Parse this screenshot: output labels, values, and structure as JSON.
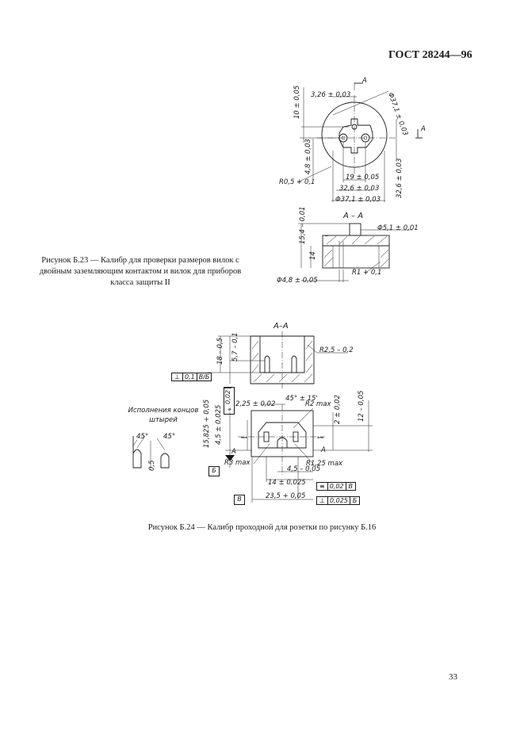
{
  "header": {
    "standard": "ГОСТ 28244—96"
  },
  "figure_23": {
    "caption": "Рисунок Б.23 — Калибр для проверки размеров вилок с двойным заземляющим контактом и вилок для приборов класса защиты II",
    "section_title": "А – А",
    "section_marker": "А",
    "dims": [
      "3,26 ± 0,03",
      "10 ± 0,05",
      "Φ37,1 ± 0,03",
      "4,8 ± 0,03",
      "R0,5 + 0,1",
      "19 ± 0,05",
      "32,6 ± 0,03",
      "Φ37,1 ± 0,03",
      "32,6 ± 0,03",
      "15,4 – 0,01",
      "Φ5,1 ± 0,01",
      "14",
      "R1 + 0,1",
      "Φ4,8 ± 0,05"
    ]
  },
  "figure_24": {
    "caption": "Рисунок Б.24 — Калибр проходной для розетки по рисунку Б.16",
    "section_title": "А–А",
    "section_marker": "А",
    "pin_ends_title": "Исполнения концов штырей",
    "dims": [
      "18 – 0,5",
      "5,7 – 0,1",
      "R2,5 – 0,2",
      "2,25 ± 0,02",
      "45° ± 15'",
      "R2 max",
      "12 – 0,05",
      "2 ± 0,02",
      "15,825 + 0,05",
      "4,5 ± 0,025",
      "R3 max",
      "R1,25 max",
      "4,5 – 0,05",
      "14 ± 0,025",
      "23,5 + 0,05",
      "45°",
      "45°",
      "0,5"
    ],
    "tolerance_frames": [
      {
        "symbol": "⊥",
        "value": "0,1",
        "datum": "В/Б"
      },
      {
        "symbol": "⌖",
        "value": "0,02",
        "datum": ""
      },
      {
        "symbol": "≡",
        "value": "0,02",
        "datum": "В"
      },
      {
        "symbol": "⊥",
        "value": "0,025",
        "datum": "Б"
      }
    ],
    "datums": [
      "Б",
      "В"
    ]
  },
  "page_number": "33"
}
